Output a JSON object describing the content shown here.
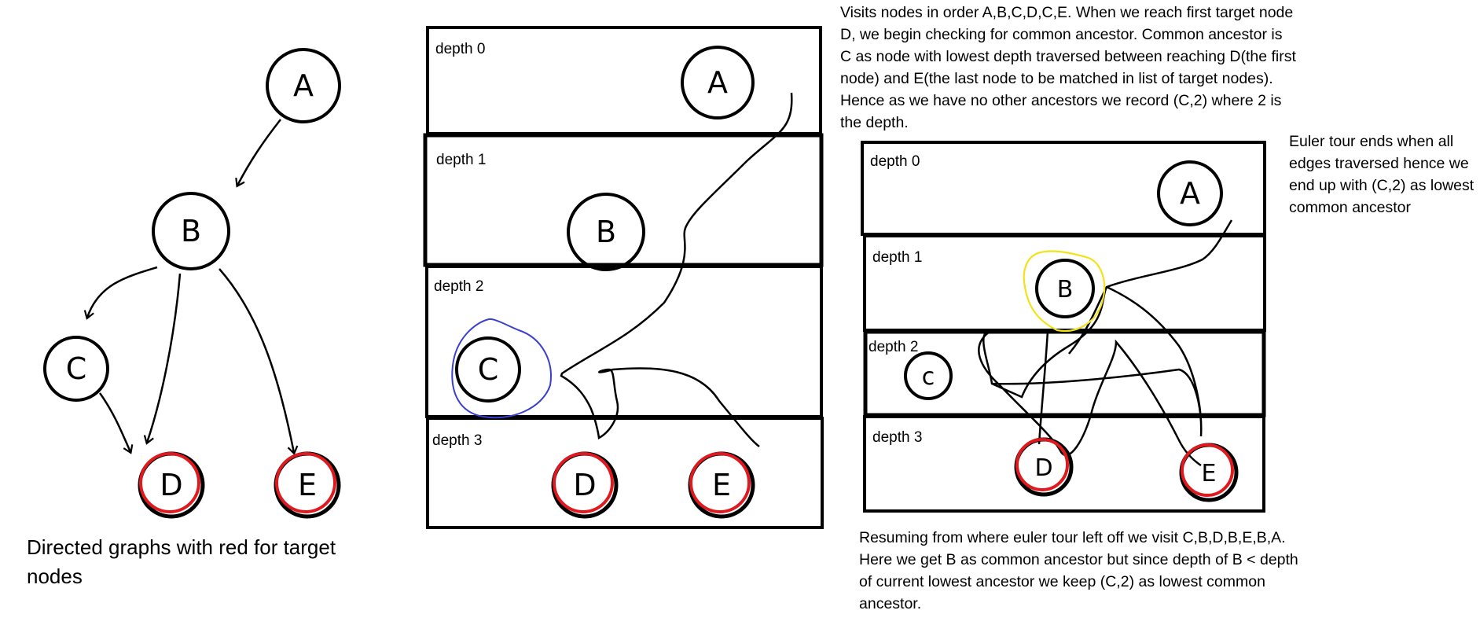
{
  "left_graph": {
    "nodes": [
      "A",
      "B",
      "C",
      "D",
      "E"
    ],
    "caption": "Directed graphs with red for target nodes"
  },
  "middle_diagram": {
    "depth_labels": [
      "depth 0",
      "depth 1",
      "depth 2",
      "depth 3"
    ],
    "nodes": [
      "A",
      "B",
      "C",
      "D",
      "E"
    ]
  },
  "right_diagram": {
    "depth_labels": [
      "depth 0",
      "depth 1",
      "depth 2",
      "depth 3"
    ],
    "nodes": [
      "A",
      "B",
      "c",
      "D",
      "E"
    ]
  },
  "notes": {
    "top": "Visits nodes in order A,B,C,D,C,E. When we reach first target node D, we begin checking for common ancestor. Common ancestor is C as node with lowest depth traversed between reaching D(the first node) and E(the last node to be matched in list of target nodes). Hence as we have no other ancestors we record (C,2) where 2 is the depth.",
    "right": "Euler tour ends when all edges traversed hence we end up with (C,2) as lowest common ancestor",
    "bottom": "Resuming from where euler tour left off we visit C,B,D,B,E,B,A. Here we get B as common ancestor but since depth of B < depth of current lowest ancestor we keep (C,2) as lowest common ancestor."
  },
  "colors": {
    "ink": "#000000",
    "target": "#e0191e",
    "common_ancestor_highlight": "#3a3fd0",
    "b_highlight": "#f2e21a"
  }
}
